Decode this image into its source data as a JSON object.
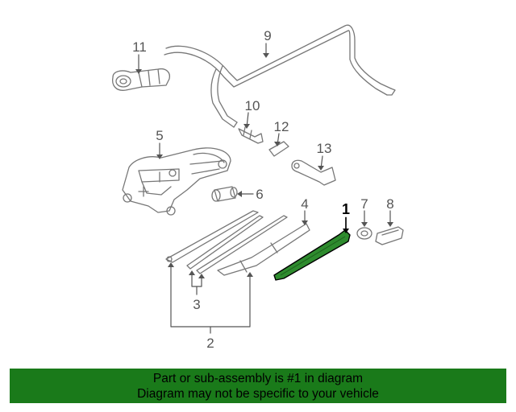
{
  "callouts": {
    "c1": "1",
    "c2": "2",
    "c3": "3",
    "c4": "4",
    "c5": "5",
    "c6": "6",
    "c7": "7",
    "c8": "8",
    "c9": "9",
    "c10": "10",
    "c11": "11",
    "c12": "12",
    "c13": "13"
  },
  "highlight_color": "#2e8b2e",
  "footer": {
    "line1": "Part or sub-assembly is #1 in diagram",
    "line2": "Diagram may not be specific to your vehicle",
    "background": "#1a7a1a"
  }
}
